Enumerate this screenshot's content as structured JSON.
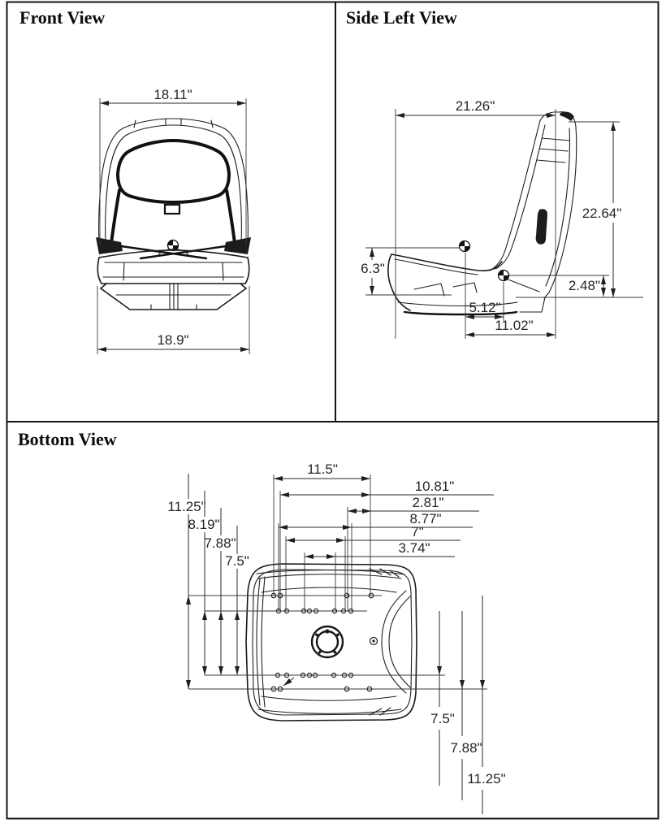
{
  "page": {
    "background": "#ffffff",
    "line_color": "#1c1c1c"
  },
  "panels": {
    "front_view": {
      "title": "Front View",
      "dimensions": {
        "top_width": "18.11\"",
        "bottom_width": "18.9\""
      }
    },
    "side_left_view": {
      "title": "Side Left View",
      "dimensions": {
        "overall_depth": "21.26\"",
        "overall_height": "22.64\"",
        "cushion_height": "6.3\"",
        "rear_mount_offset": "2.48\"",
        "mount_front_spacing": "5.12\"",
        "mount_total_spacing": "11.02\""
      }
    },
    "bottom_view": {
      "title": "Bottom View",
      "dimensions": {
        "top_width": "11.5\"",
        "left_column": [
          "11.25\"",
          "8.19\"",
          "7.88\"",
          "7.5\""
        ],
        "right_column": [
          "10.81\"",
          "2.81\"",
          "8.77\"",
          "7\"",
          "3.74\""
        ],
        "bottom_column": [
          "7.5\"",
          "7.88\"",
          "11.25\""
        ]
      }
    }
  }
}
